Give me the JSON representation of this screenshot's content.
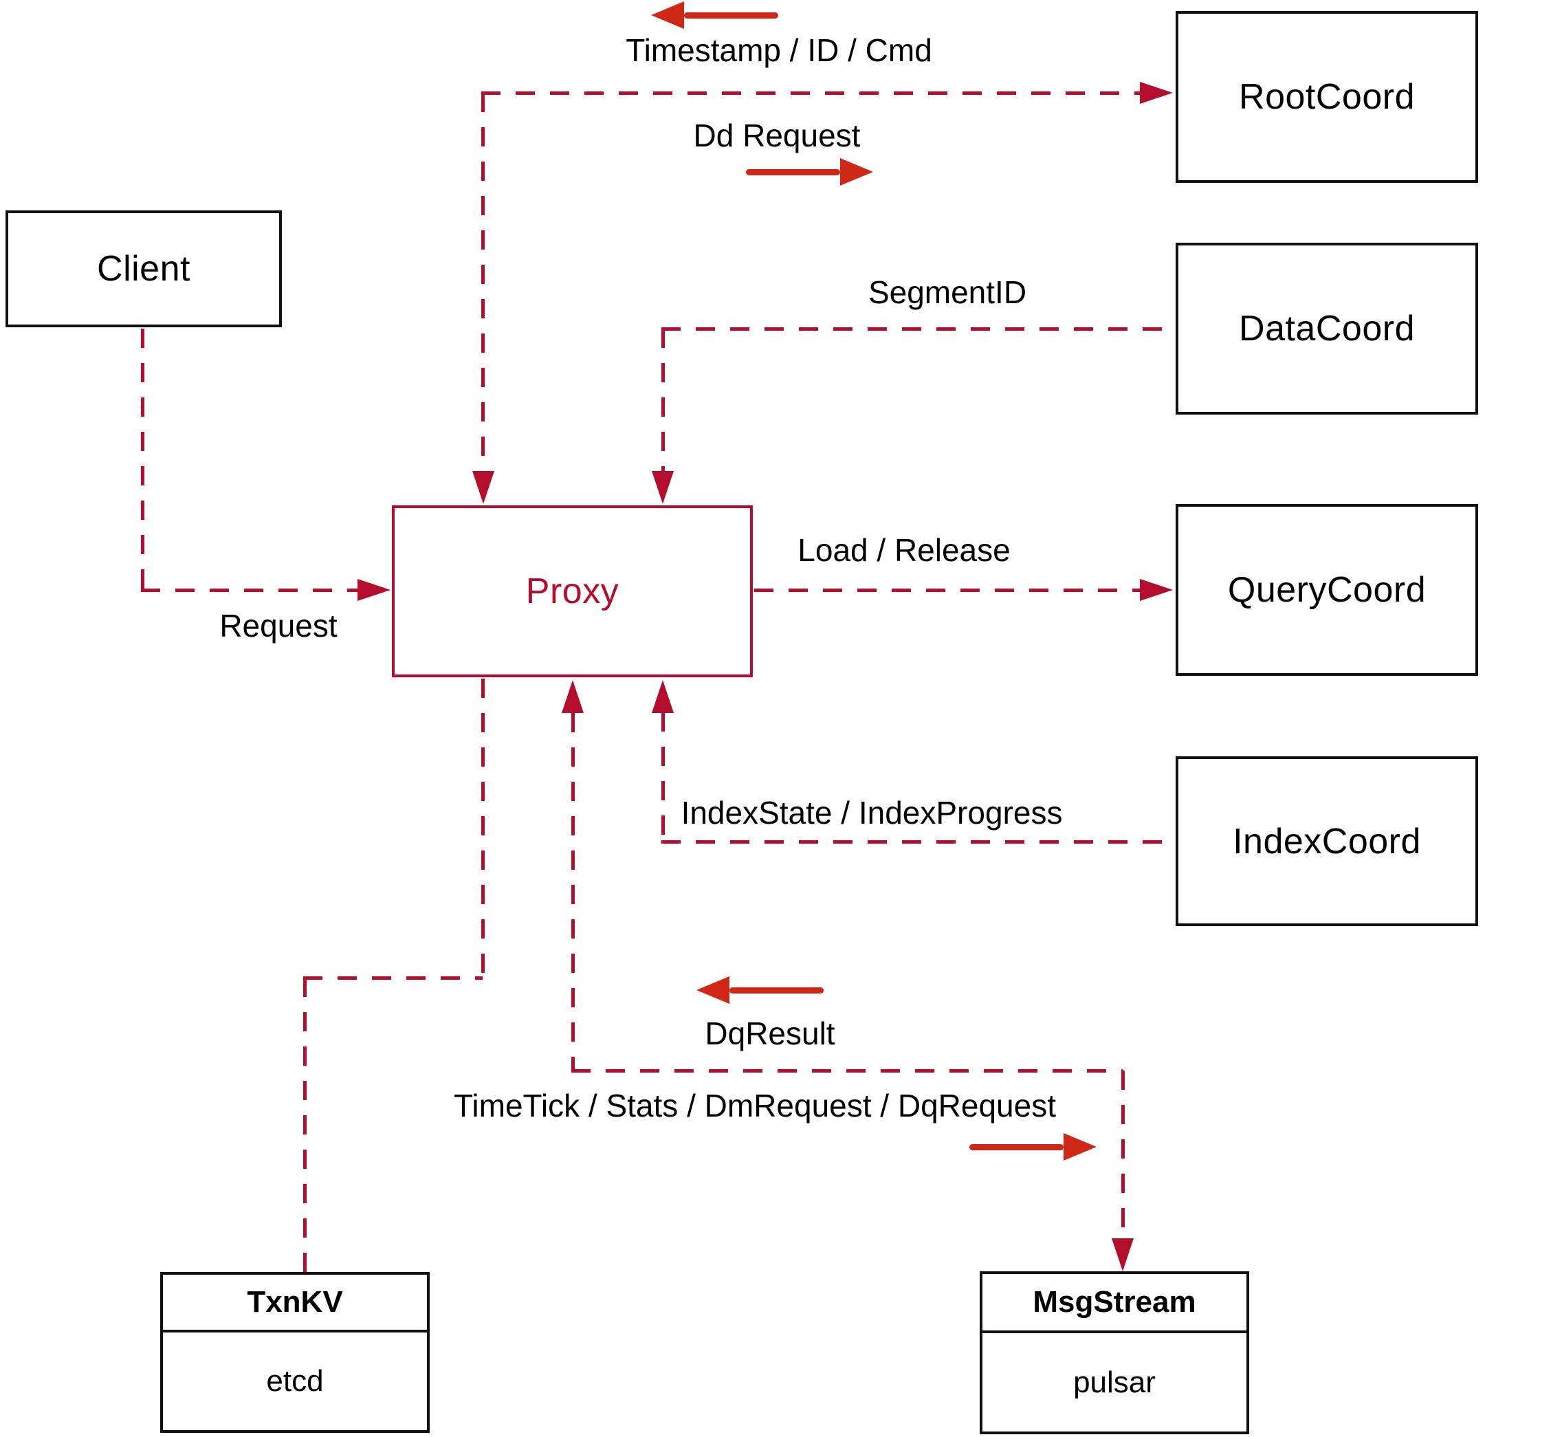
{
  "diagram": {
    "nodes": {
      "client": {
        "label": "Client"
      },
      "rootcoord": {
        "label": "RootCoord"
      },
      "datacoord": {
        "label": "DataCoord"
      },
      "querycoord": {
        "label": "QueryCoord"
      },
      "indexcoord": {
        "label": "IndexCoord"
      },
      "proxy": {
        "label": "Proxy"
      },
      "txnkv": {
        "title": "TxnKV",
        "impl": "etcd"
      },
      "msgstream": {
        "title": "MsgStream",
        "impl": "pulsar"
      }
    },
    "edge_labels": {
      "timestamp": "Timestamp / ID / Cmd",
      "dd_request": "Dd Request",
      "segment_id": "SegmentID",
      "request": "Request",
      "load_release": "Load / Release",
      "index_state": "IndexState / IndexProgress",
      "dq_result": "DqResult",
      "timetick": "TimeTick / Stats / DmRequest / DqRequest"
    },
    "colors": {
      "dashed_line_red": "#b50d2c",
      "solid_arrow_red": "#d02716",
      "node_border_black": "#111111",
      "background": "#ffffff"
    }
  }
}
